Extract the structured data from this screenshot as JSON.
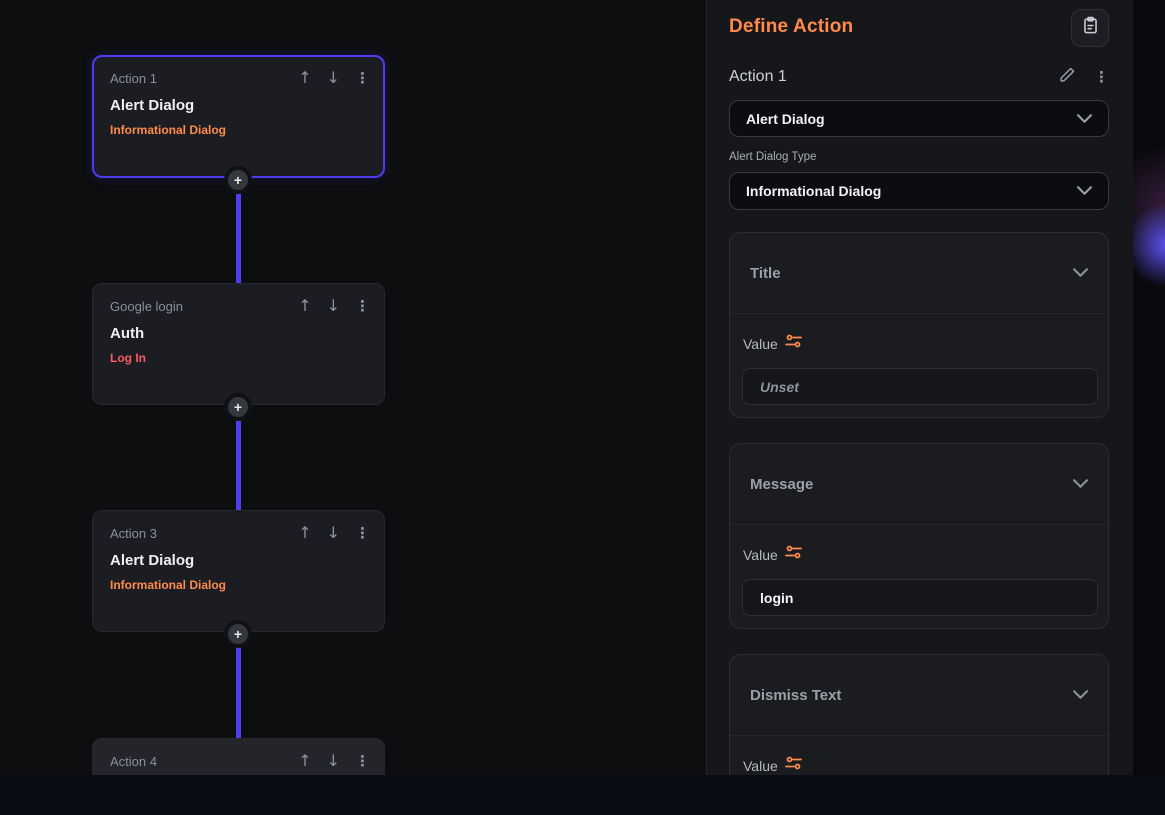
{
  "icons": {
    "up_arrow": "↑",
    "down_arrow": "↓",
    "kebab": "⋮",
    "plus": "+"
  },
  "colors": {
    "accent_orange": "#ff8a4c",
    "accent_red": "#ff5963",
    "connector_blue": "#4f3ff0",
    "selected_border": "#4e3cf0"
  },
  "canvas": {
    "actions": [
      {
        "label": "Action 1",
        "title": "Alert Dialog",
        "subtitle": "Informational Dialog",
        "selected": true
      },
      {
        "label": "Google login",
        "title": "Auth",
        "subtitle": "Log In",
        "selected": false
      },
      {
        "label": "Action 3",
        "title": "Alert Dialog",
        "subtitle": "Informational Dialog",
        "selected": false
      },
      {
        "label": "Action 4",
        "selected": false
      }
    ]
  },
  "panel": {
    "title": "Define Action",
    "action_name": "Action 1",
    "action_type_value": "Alert Dialog",
    "dialog_type_label": "Alert Dialog Type",
    "dialog_type_value": "Informational Dialog",
    "sections": [
      {
        "title": "Title",
        "value_label": "Value",
        "value": "Unset",
        "unset": true
      },
      {
        "title": "Message",
        "value_label": "Value",
        "value": "login",
        "unset": false
      },
      {
        "title": "Dismiss Text",
        "value_label": "Value"
      }
    ]
  }
}
